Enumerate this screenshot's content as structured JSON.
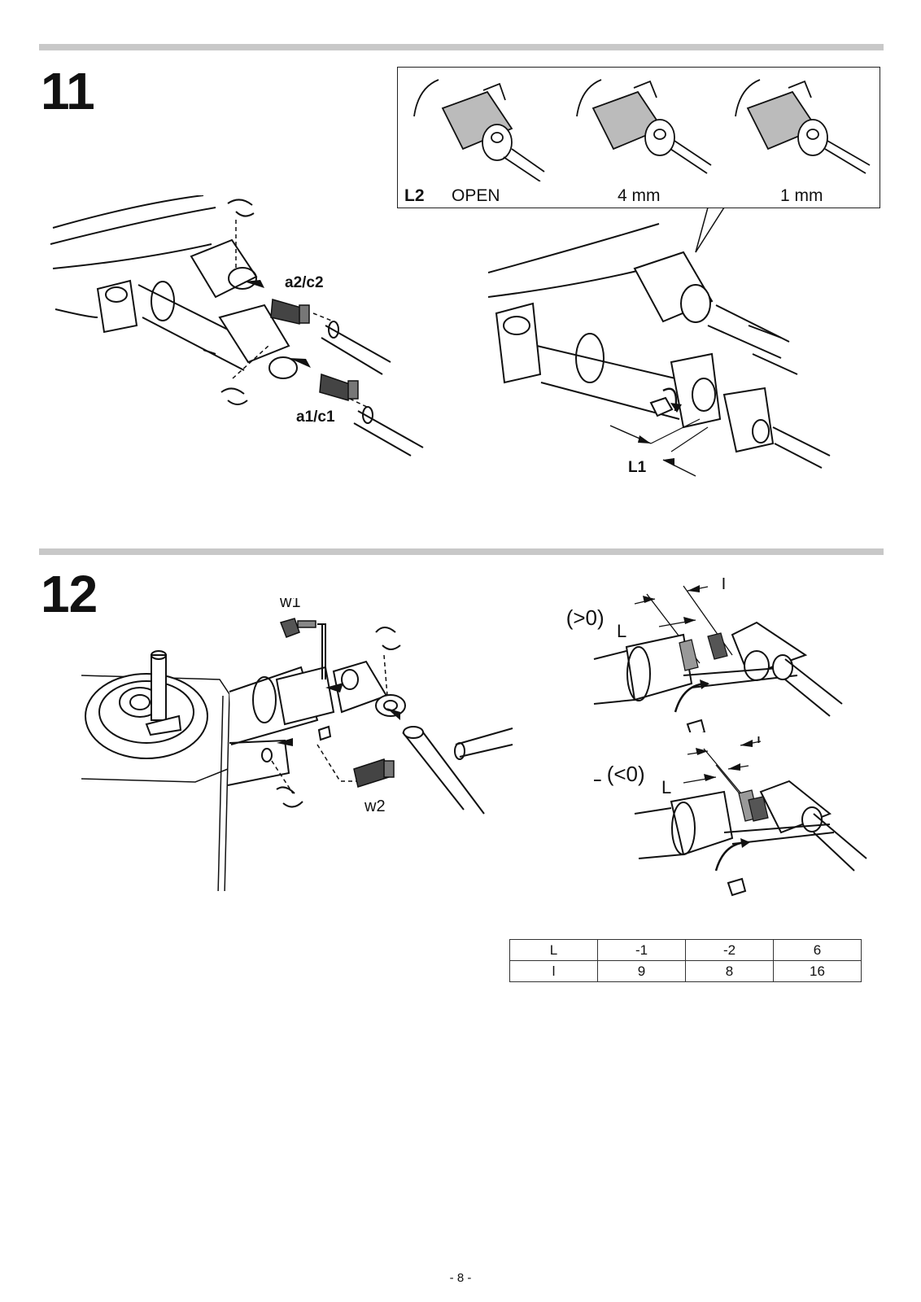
{
  "step11": {
    "number": "11",
    "labels": {
      "a2c2": "a2/c2",
      "a1c1": "a1/c1",
      "l1": "L1"
    },
    "inset": {
      "l2": "L2",
      "open": "OPEN",
      "mm4": "4 mm",
      "mm1": "1 mm"
    }
  },
  "step12": {
    "number": "12",
    "labels": {
      "w1": "w1",
      "w2": "w2",
      "lgt": "L (>0)",
      "llt": "L (<0)",
      "L": "L",
      "l": "l"
    }
  },
  "table": {
    "rows": [
      [
        "L",
        "-1",
        "-2",
        "6"
      ],
      [
        "l",
        "9",
        "8",
        "16"
      ]
    ]
  },
  "page_number": "- 8 -"
}
